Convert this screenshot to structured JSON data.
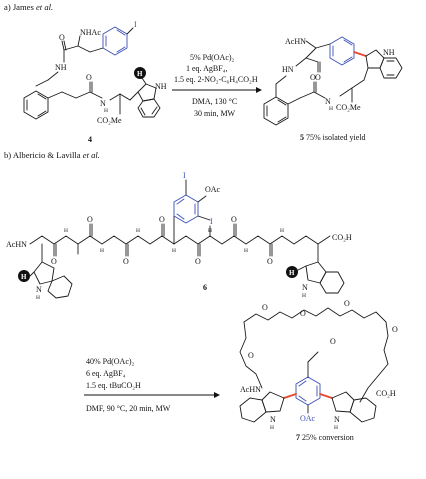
{
  "part_a": {
    "label": "a) James",
    "label_etal": "et al.",
    "conditions": [
      "5% Pd(OAc)₂",
      "1 eq. AgBF₄,",
      "1.5 eq. 2-NO₂-C₆H₄CO₂H",
      "DMA, 130 °C",
      "30 min, MW"
    ],
    "reactant_id": "4",
    "product_id": "5",
    "product_caption": "75% isolated yield",
    "atoms": {
      "nhac": "NHAc",
      "i": "I",
      "nh": "NH",
      "h": "H",
      "o": "O",
      "n_h": "N",
      "h2": "H",
      "co2me": "CO₂Me",
      "ahn": "AcHN",
      "hn": "HN"
    }
  },
  "part_b": {
    "label": "b) Albericio & Lavilla",
    "label_etal": "et al.",
    "reactant_id": "6",
    "conditions": [
      "40% Pd(OAc)₂",
      "6 eq. AgBF₄",
      "1.5 eq. tBuCO₂H",
      "DMF, 90 °C, 20 min, MW"
    ],
    "product_id": "7",
    "product_caption": "25% conversion",
    "atoms": {
      "ahn": "AcHN",
      "i": "I",
      "oac": "OAc",
      "co2h": "CO₂H",
      "n": "N",
      "h": "H",
      "o": "O"
    }
  },
  "colors": {
    "highlight_ring": "#3b4fb8",
    "new_bond": "#e8472f",
    "ch_marker": "#111111"
  },
  "icons": [
    "ch-activation-marker-icon",
    "reaction-arrow-icon"
  ]
}
